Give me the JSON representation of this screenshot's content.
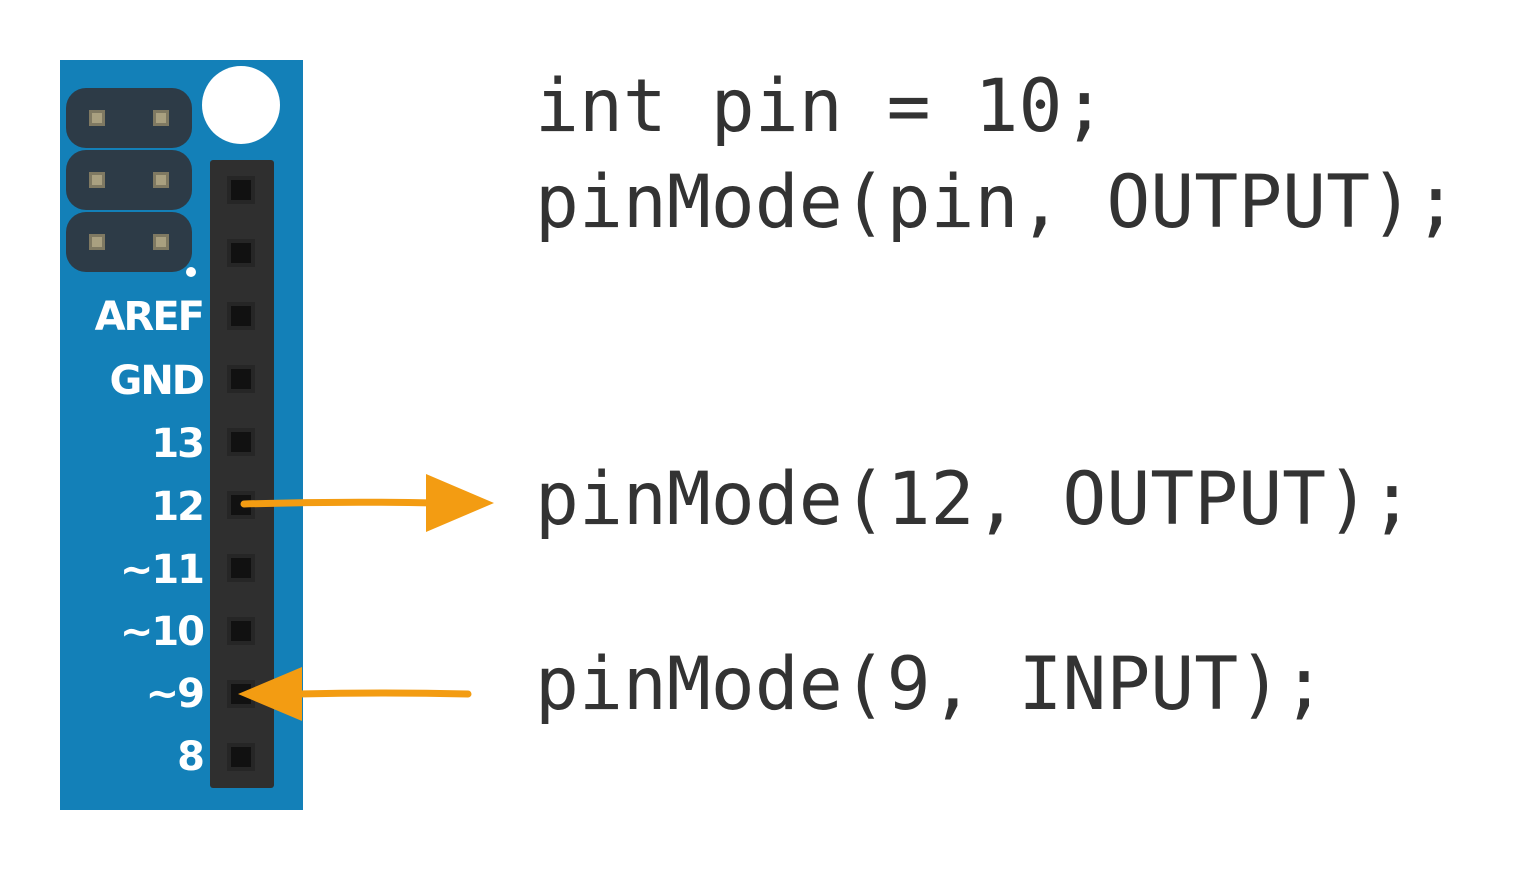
{
  "colors": {
    "board": "#1380b8",
    "arrow": "#f39c12",
    "code_text": "#333333",
    "pin_label": "#ffffff"
  },
  "board": {
    "pin_labels": [
      "AREF",
      "GND",
      "13",
      "12",
      "~11",
      "~10",
      "~9",
      "8"
    ]
  },
  "code": {
    "line1": "int pin = 10;",
    "line2": "pinMode(pin, OUTPUT);",
    "line3": "pinMode(12, OUTPUT);",
    "line4": "pinMode(9, INPUT);"
  }
}
